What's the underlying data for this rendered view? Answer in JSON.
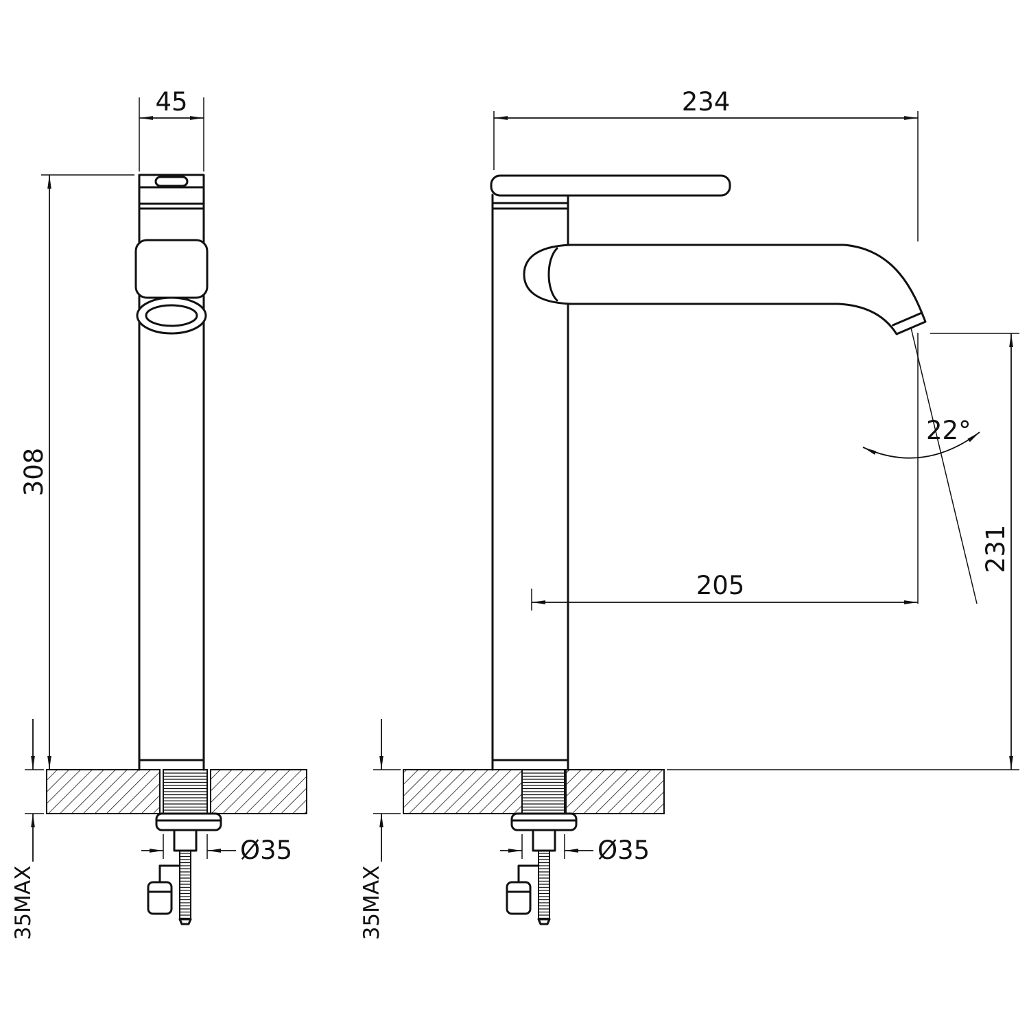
{
  "drawing": {
    "colors": {
      "ink": "#111111",
      "background": "#ffffff"
    },
    "front_view": {
      "body_width": "45",
      "body_height": "308",
      "max_deck_thickness": "35MAX",
      "hole_diameter": "Ø35"
    },
    "side_view": {
      "overall_depth": "234",
      "spout_reach": "205",
      "spout_outlet_height": "231",
      "spout_angle": "22°",
      "max_deck_thickness": "35MAX",
      "hole_diameter": "Ø35"
    }
  }
}
